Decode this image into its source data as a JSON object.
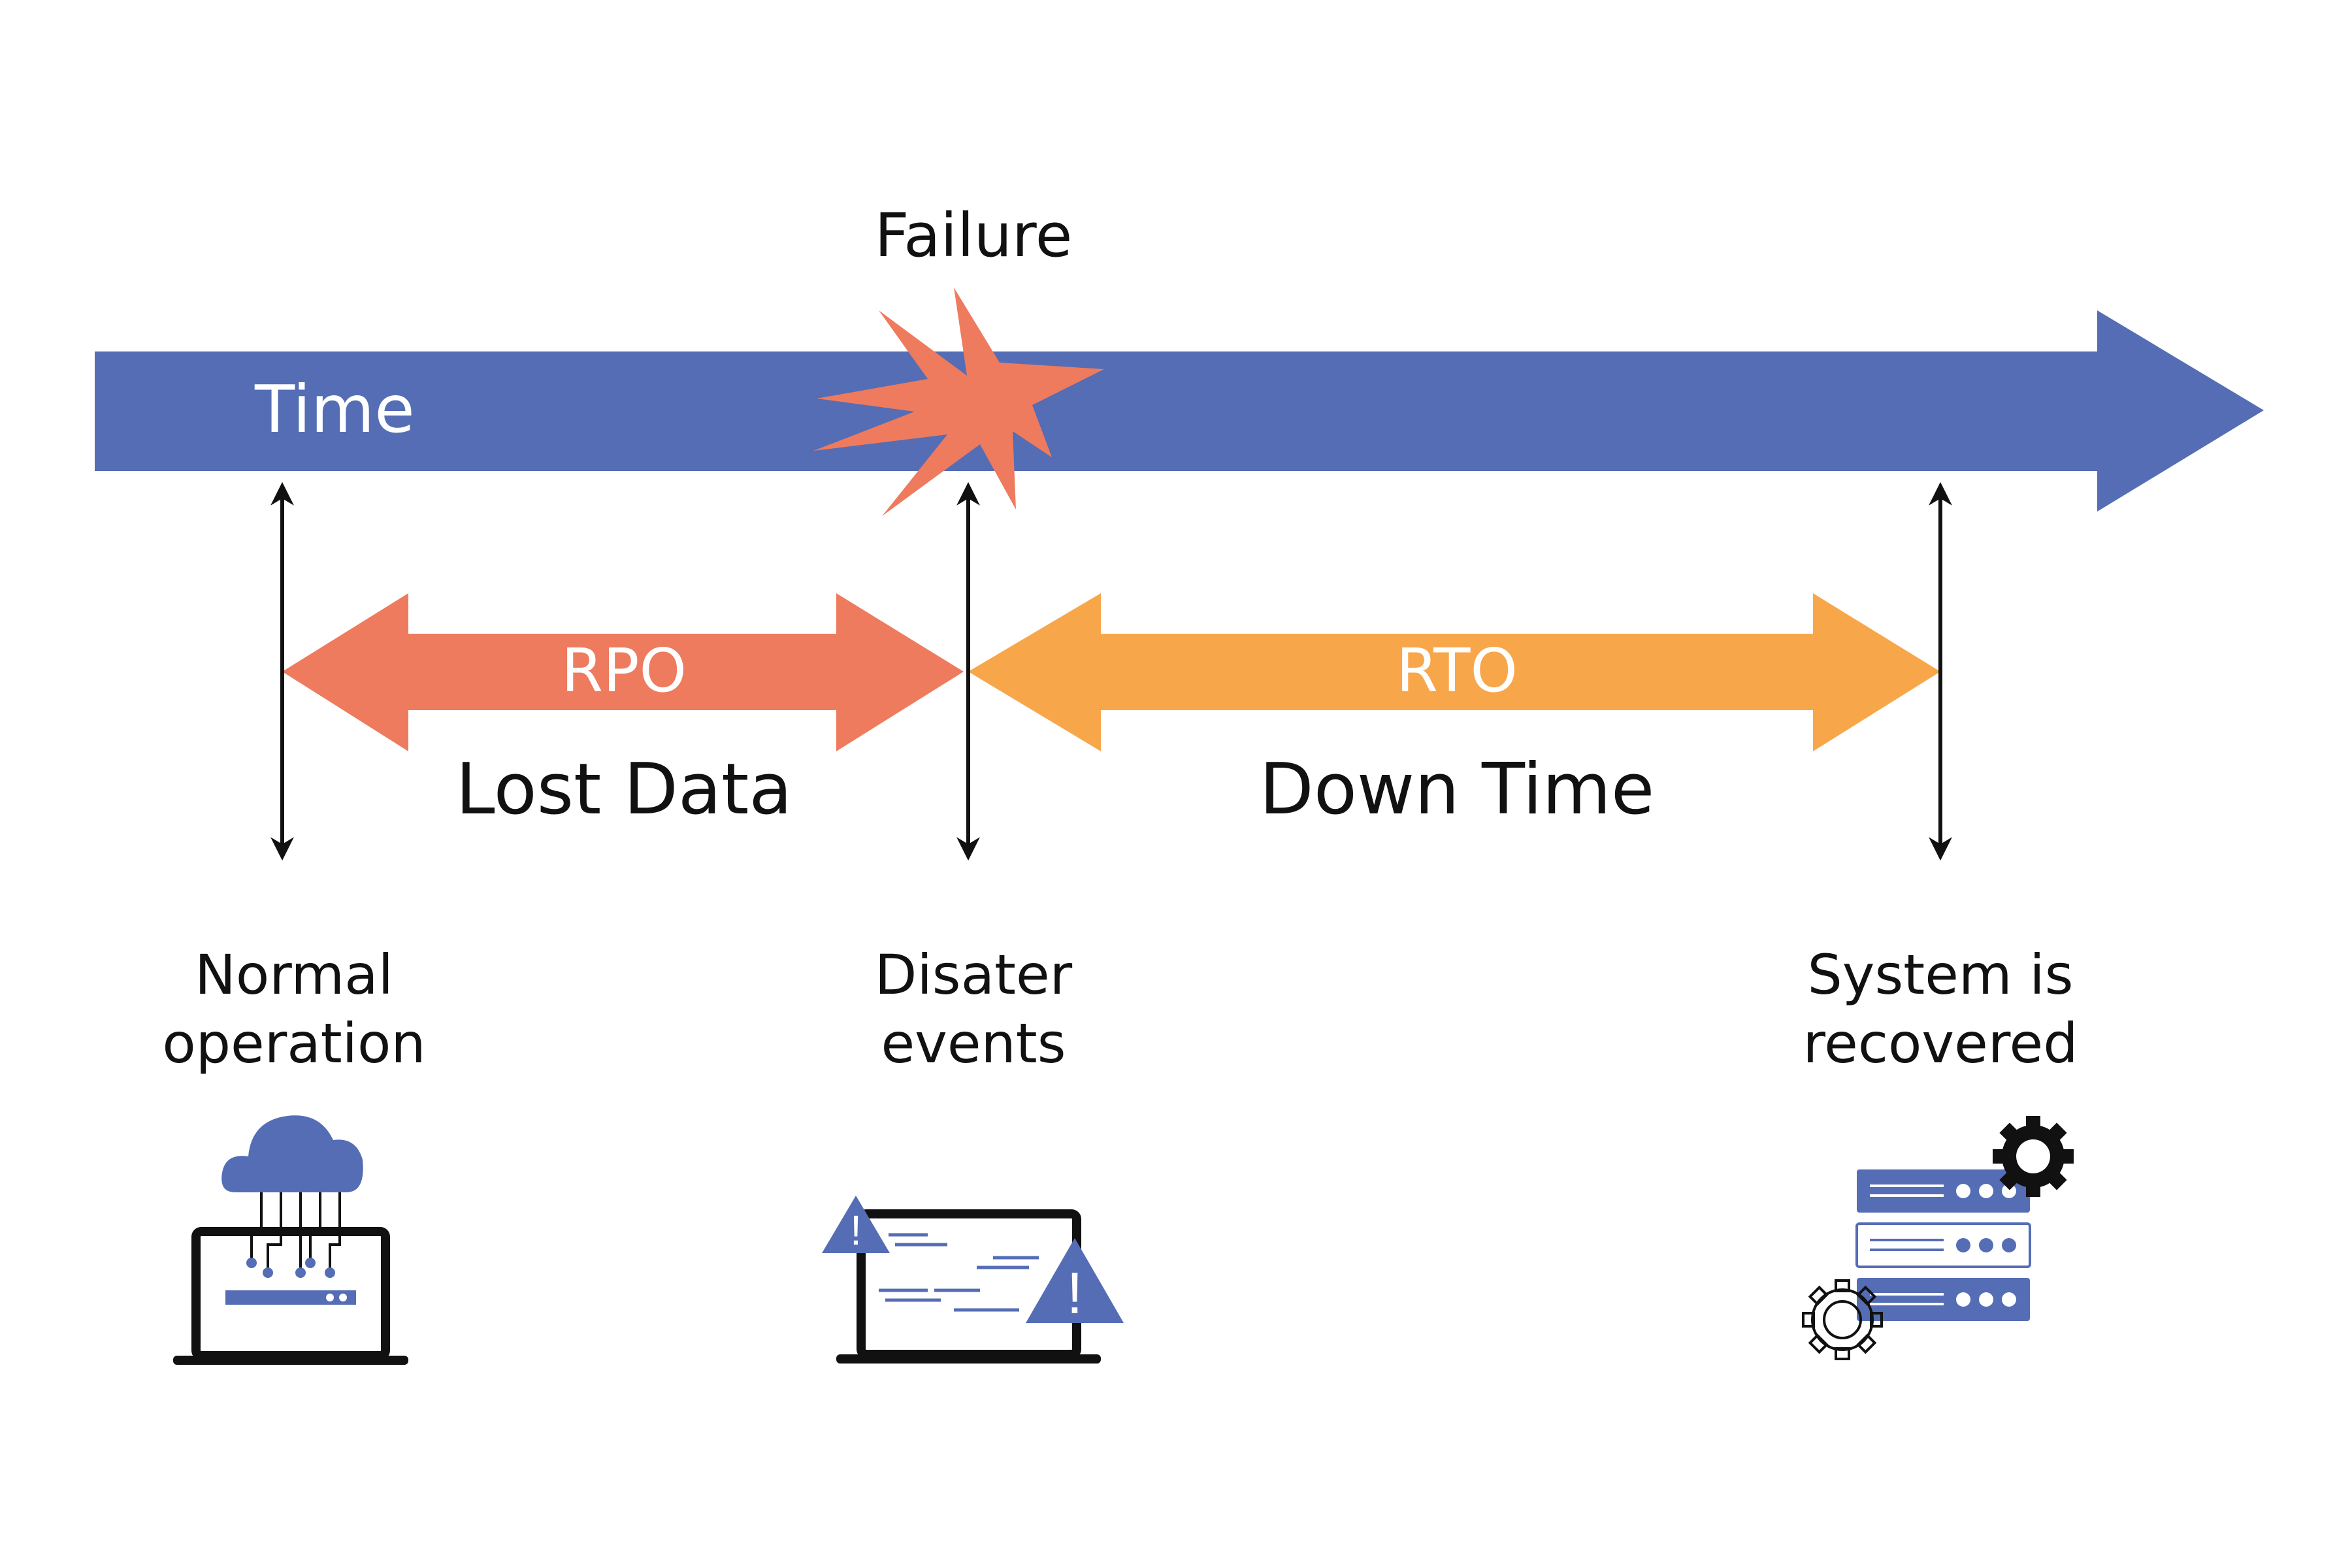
{
  "timeline": {
    "label": "Time",
    "failure_label": "Failure"
  },
  "rpo": {
    "label": "RPO",
    "caption": "Lost Data"
  },
  "rto": {
    "label": "RTO",
    "caption": "Down Time"
  },
  "stages": [
    {
      "label_line1": "Normal",
      "label_line2": "operation",
      "icon": "cloud-laptop-icon"
    },
    {
      "label_line1": "Disater",
      "label_line2": "events",
      "icon": "warning-laptop-icon"
    },
    {
      "label_line1": "System is",
      "label_line2": "recovered",
      "icon": "server-gears-icon"
    }
  ],
  "colors": {
    "time_arrow": "#546db5",
    "rpo_arrow": "#ee7b5e",
    "rto_arrow": "#f8a64a",
    "failure_burst": "#ee7b5e",
    "icon_accent": "#546db5"
  }
}
